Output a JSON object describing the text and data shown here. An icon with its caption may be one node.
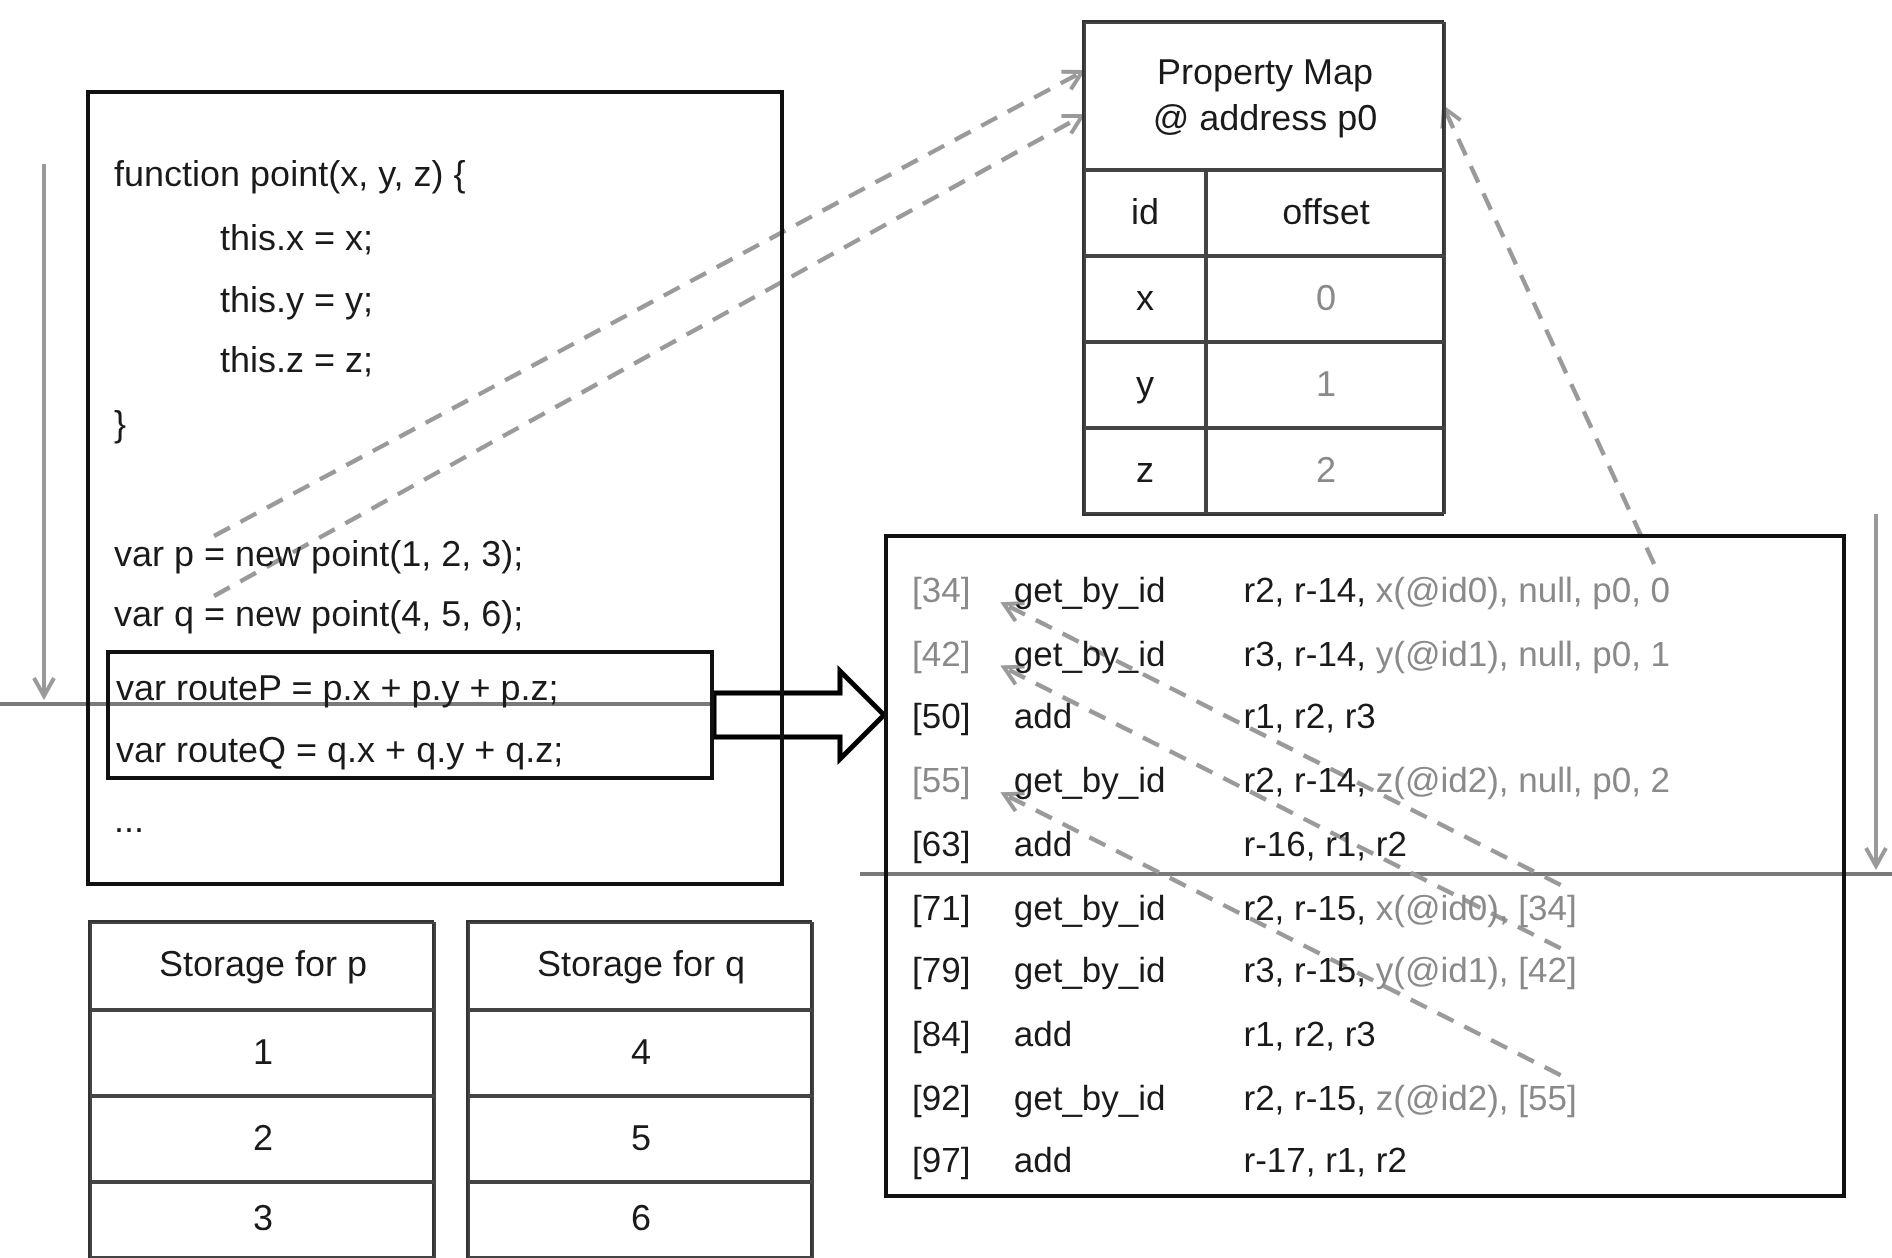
{
  "diagram": {
    "nodes": [
      {
        "text": [
          "function point(x, y, z) {",
          "this.x = x;",
          "this.y = y;",
          "this.z = z;",
          "}",
          "..."
        ]
      },
      {
        "text": [
          "var p = new point(1, 2, 3);"
        ],
        "in": 0
      },
      {
        "text": [
          "var q = new point(4, 5, 6);"
        ],
        "in": 0
      },
      {
        "text": [
          "var routeP = p.x + p.y + p.z;",
          "var routeQ = q.x + q.y + q.z;"
        ],
        "in": 0
      },
      {
        "text": [
          "Property Map @ address p0",
          "id",
          "offset",
          "x",
          "0",
          "y",
          "1",
          "z",
          "2"
        ]
      },
      {
        "text": [],
        "shape": "box"
      },
      {
        "text": [
          "[34]",
          "get_by_id",
          "r2, r-14,",
          "x(@id0), null, p0, 0"
        ],
        "in": 5
      },
      {
        "text": [
          "[42]",
          "get_by_id",
          "r3, r-14,",
          "y(@id1), null, p0, 1"
        ],
        "in": 5
      },
      {
        "text": [
          "[50]",
          "add",
          "r1, r2, r3"
        ],
        "in": 5
      },
      {
        "text": [
          "[55]",
          "get_by_id",
          "r2, r-14,",
          "z(@id2), null, p0, 2"
        ],
        "in": 5
      },
      {
        "text": [
          "[63]",
          "add",
          "r-16, r1, r2"
        ],
        "in": 5
      },
      {
        "text": [
          "[71]",
          "get_by_id",
          "r2, r-15,",
          "x(@id0), [34]"
        ],
        "in": 5
      },
      {
        "text": [
          "[79]",
          "get_by_id",
          "r3, r-15,",
          "y(@id1), [42]"
        ],
        "in": 5
      },
      {
        "text": [
          "[84]",
          "add",
          "r1, r2, r3"
        ],
        "in": 5
      },
      {
        "text": [
          "[92]",
          "get_by_id",
          "r2, r-15,",
          "z(@id2), [55]"
        ],
        "in": 5
      },
      {
        "text": [
          "[97]",
          "add",
          "r-17, r1, r2"
        ],
        "in": 5
      },
      {
        "text": [
          "Storage for p",
          "1",
          "2",
          "3"
        ]
      },
      {
        "text": [
          "Storage for q",
          "4",
          "5",
          "6"
        ]
      }
    ],
    "edges": [
      {
        "from": 1,
        "to": 4,
        "arrow": "to",
        "style": "dashed"
      },
      {
        "from": 2,
        "to": 4,
        "arrow": "to",
        "style": "dashed"
      },
      {
        "from": 3,
        "to": 5,
        "arrow": "to",
        "style": "thick",
        "color": "#000000"
      },
      {
        "from": 6,
        "to": 4,
        "arrow": "to",
        "style": "dashed"
      },
      {
        "from": 11,
        "to": 6,
        "arrow": "to",
        "style": "dashed"
      },
      {
        "from": 12,
        "to": 7,
        "arrow": "to",
        "style": "dashed"
      },
      {
        "from": 14,
        "to": 9,
        "arrow": "to",
        "style": "dashed"
      }
    ]
  }
}
